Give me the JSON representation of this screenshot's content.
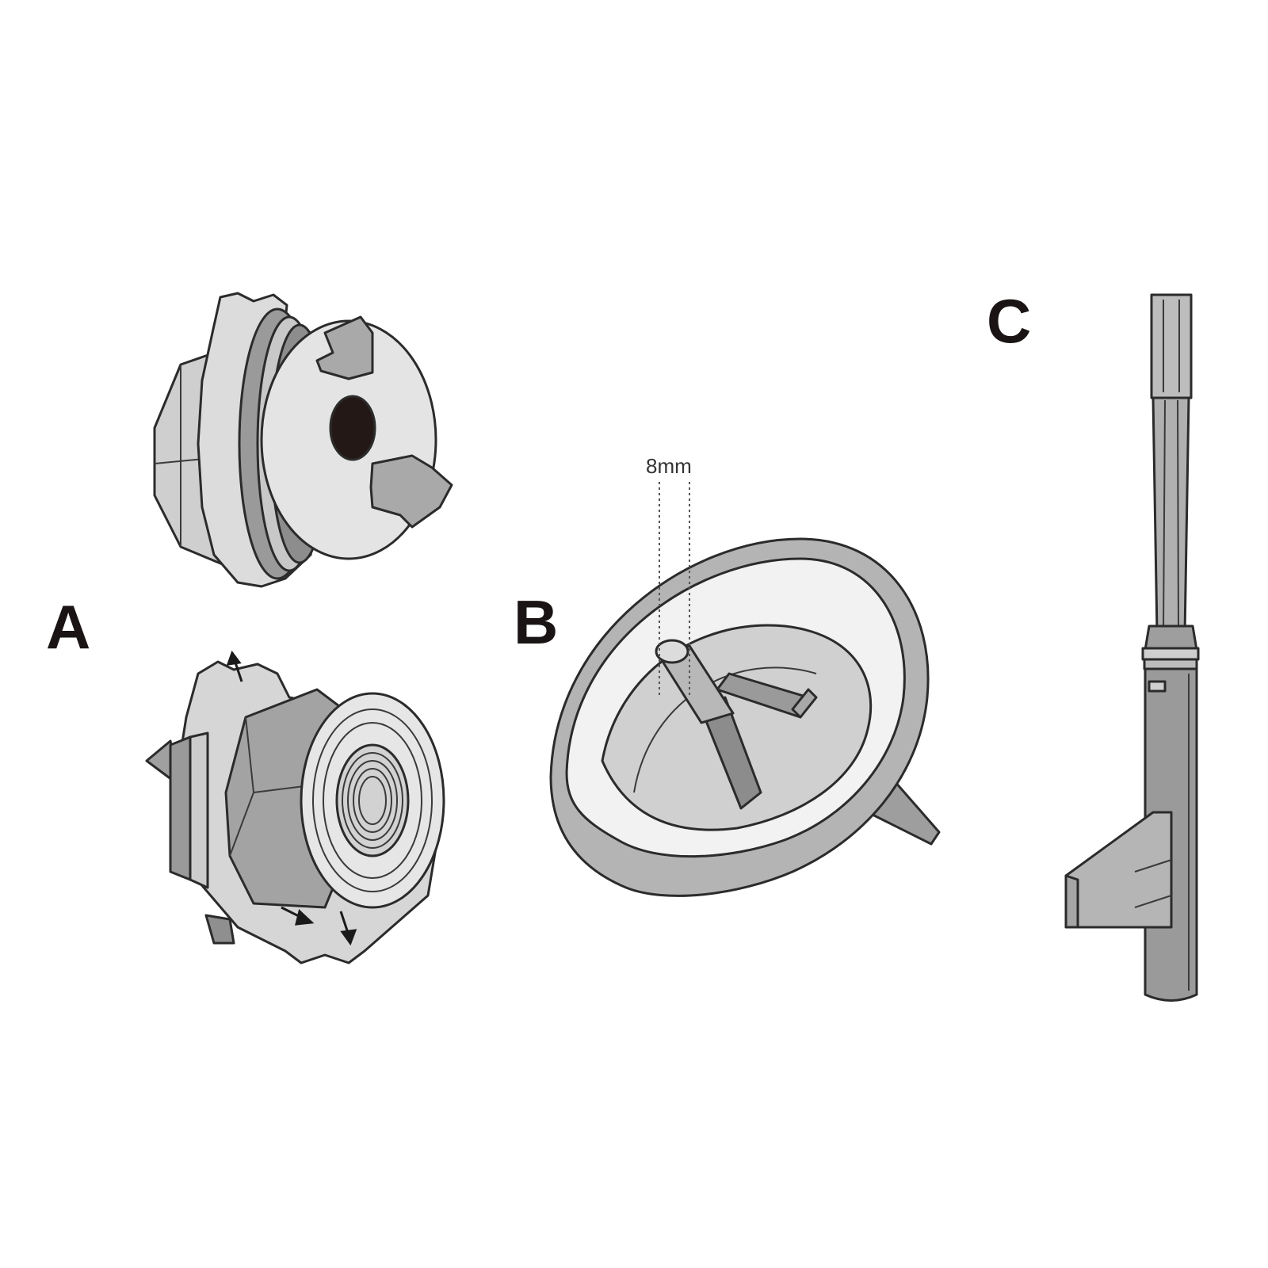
{
  "labels": {
    "a": "A",
    "b": "B",
    "c": "C",
    "dimension": "8mm"
  },
  "colors": {
    "background": "#ffffff",
    "light_metal": "#d9d9d9",
    "mid_metal": "#b3b3b3",
    "dark_metal": "#8a8a8a",
    "outline": "#2b2b2b",
    "hole": "#231815"
  }
}
